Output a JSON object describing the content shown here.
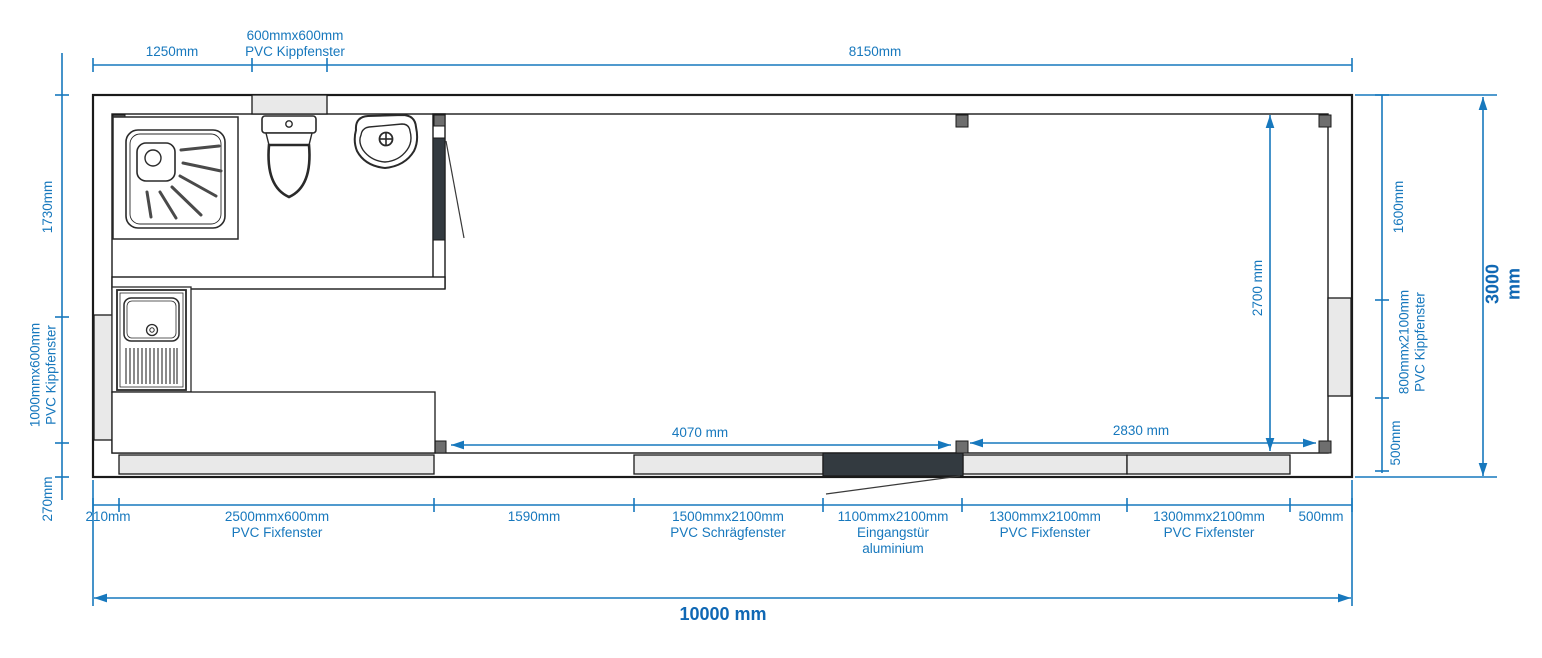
{
  "colors": {
    "dimension_blue": "#1778bd",
    "overall_dim_blue": "#1068b4",
    "wall_black": "#1a1a1a",
    "window_fill": "#e9e9e9",
    "door_fill": "#333a40",
    "post_gray": "#6e6e6e"
  },
  "labels": {
    "top": {
      "seg1250": "1250mm",
      "window600": "600mmx600mm\nPVC Kippfenster",
      "seg8150": "8150mm"
    },
    "left": {
      "seg1730": "1730mm",
      "window1000": "1000mmx600mm\nPVC Kippfenster",
      "seg270": "270mm"
    },
    "right": {
      "seg1600": "1600mm",
      "window800": "800mmx2100mm\nPVC Kippfenster",
      "seg500": "500mm",
      "overall": "3000 mm"
    },
    "bottom": {
      "seg210": "210mm",
      "window2500": "2500mmx600mm\nPVC Fixfenster",
      "seg1590": "1590mm",
      "window1500": "1500mmx2100mm\nPVC Schrägfenster",
      "door1100": "1100mmx2100mm\nEingangstür\naluminium",
      "window1300a": "1300mmx2100mm\nPVC Fixfenster",
      "window1300b": "1300mmx2100mm\nPVC Fixfenster",
      "seg500": "500mm",
      "overall": "10000 mm"
    },
    "interior": {
      "w4070": "4070 mm",
      "w2830": "2830 mm",
      "h2700": "2700 mm"
    }
  },
  "fixtures": [
    "shower-tray",
    "toilet",
    "washbasin",
    "kitchen-sink",
    "kitchen-counter",
    "entrance-door",
    "bathroom-door"
  ]
}
